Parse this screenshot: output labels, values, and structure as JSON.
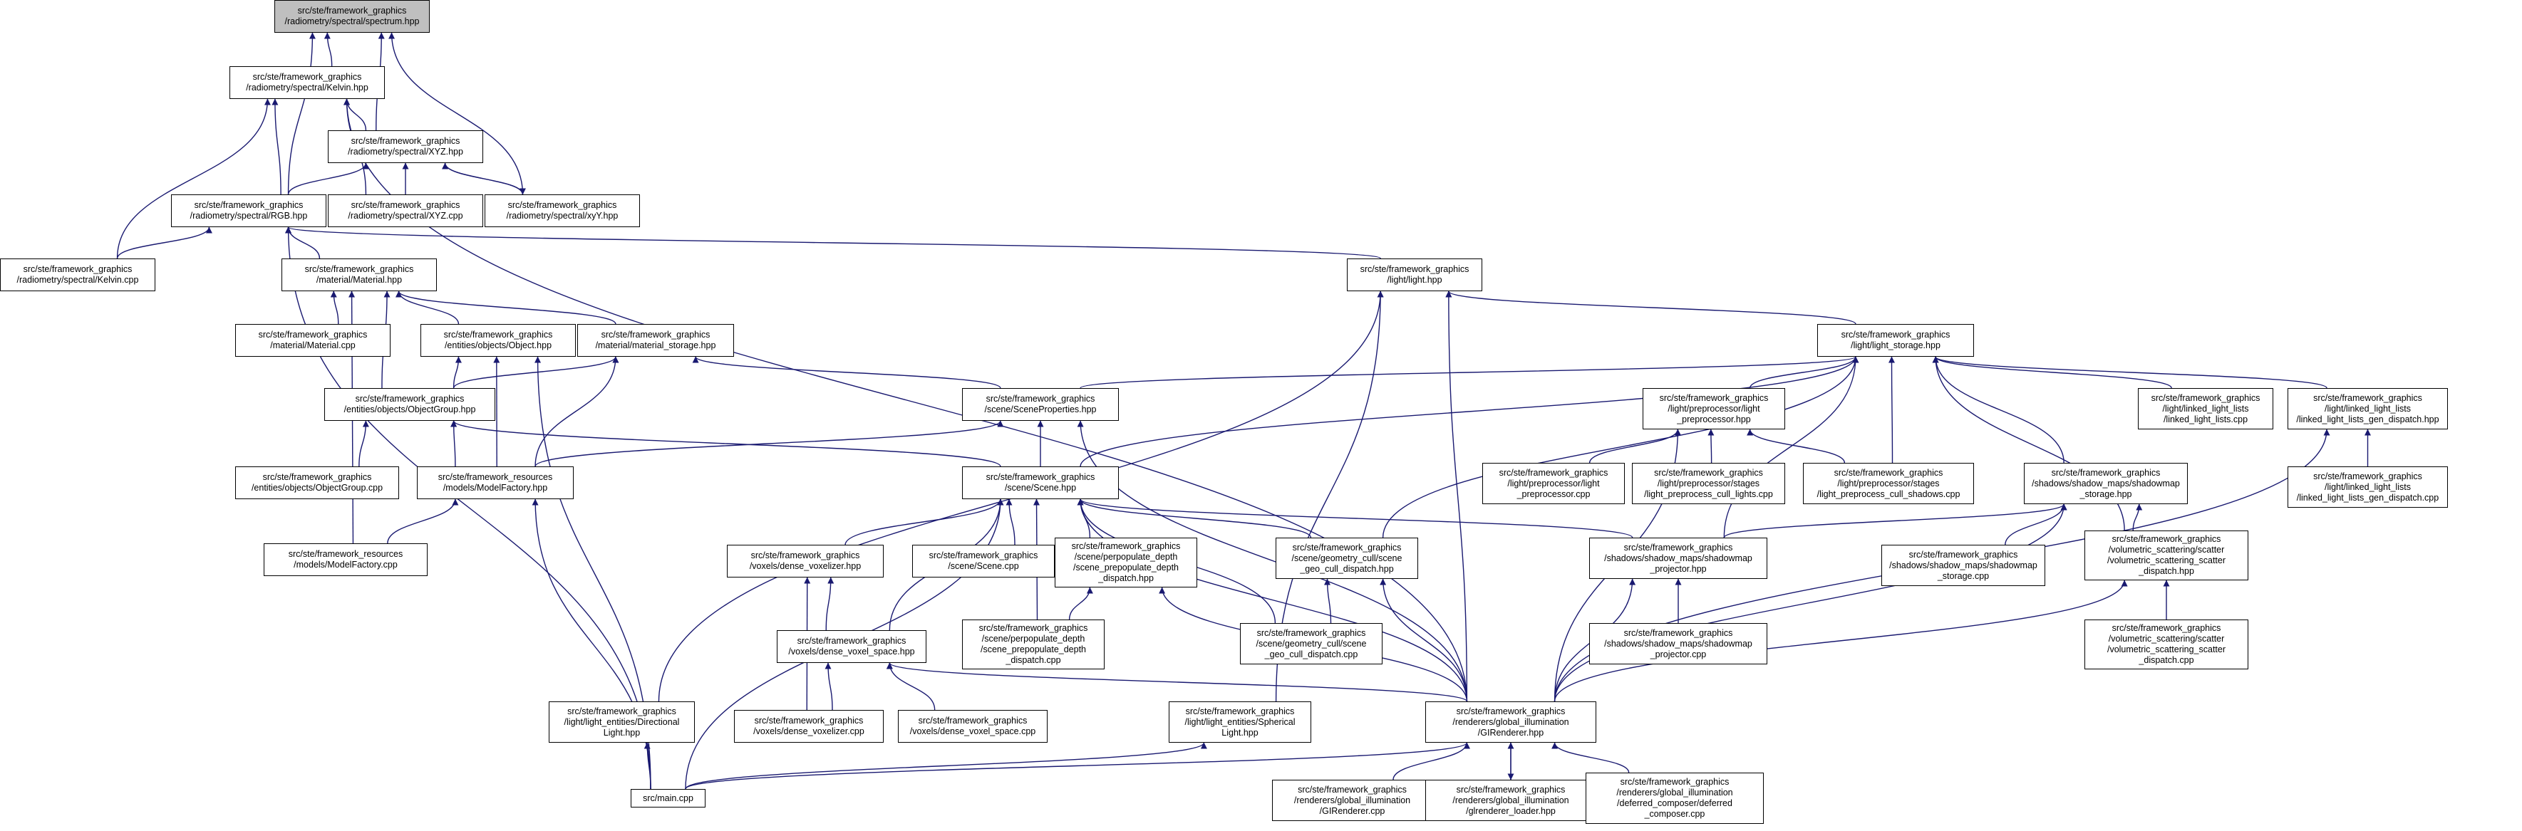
{
  "colors": {
    "edge": "#191970",
    "node_border": "#000000",
    "root_fill": "#bfbfbf",
    "node_fill": "#ffffff"
  },
  "nodes": [
    {
      "id": "spectrum",
      "lines": [
        "src/ste/framework_graphics",
        "/radiometry/spectral/spectrum.hpp"
      ],
      "root": true
    },
    {
      "id": "kelvin_hpp",
      "lines": [
        "src/ste/framework_graphics",
        "/radiometry/spectral/Kelvin.hpp"
      ]
    },
    {
      "id": "xyz_hpp",
      "lines": [
        "src/ste/framework_graphics",
        "/radiometry/spectral/XYZ.hpp"
      ]
    },
    {
      "id": "rgb_hpp",
      "lines": [
        "src/ste/framework_graphics",
        "/radiometry/spectral/RGB.hpp"
      ]
    },
    {
      "id": "xyz_cpp",
      "lines": [
        "src/ste/framework_graphics",
        "/radiometry/spectral/XYZ.cpp"
      ]
    },
    {
      "id": "xyy_hpp",
      "lines": [
        "src/ste/framework_graphics",
        "/radiometry/spectral/xyY.hpp"
      ]
    },
    {
      "id": "kelvin_cpp",
      "lines": [
        "src/ste/framework_graphics",
        "/radiometry/spectral/Kelvin.cpp"
      ]
    },
    {
      "id": "material_hpp",
      "lines": [
        "src/ste/framework_graphics",
        "/material/Material.hpp"
      ]
    },
    {
      "id": "light_hpp",
      "lines": [
        "src/ste/framework_graphics",
        "/light/light.hpp"
      ]
    },
    {
      "id": "material_cpp",
      "lines": [
        "src/ste/framework_graphics",
        "/material/Material.cpp"
      ]
    },
    {
      "id": "object_hpp",
      "lines": [
        "src/ste/framework_graphics",
        "/entities/objects/Object.hpp"
      ]
    },
    {
      "id": "material_storage",
      "lines": [
        "src/ste/framework_graphics",
        "/material/material_storage.hpp"
      ]
    },
    {
      "id": "light_storage",
      "lines": [
        "src/ste/framework_graphics",
        "/light/light_storage.hpp"
      ]
    },
    {
      "id": "objectgroup_hpp",
      "lines": [
        "src/ste/framework_graphics",
        "/entities/objects/ObjectGroup.hpp"
      ]
    },
    {
      "id": "sceneprops",
      "lines": [
        "src/ste/framework_graphics",
        "/scene/SceneProperties.hpp"
      ]
    },
    {
      "id": "lp_hpp",
      "lines": [
        "src/ste/framework_graphics",
        "/light/preprocessor/light",
        "_preprocessor.hpp"
      ]
    },
    {
      "id": "lll_cpp",
      "lines": [
        "src/ste/framework_graphics",
        "/light/linked_light_lists",
        "/linked_light_lists.cpp"
      ]
    },
    {
      "id": "lll_gen_hpp",
      "lines": [
        "src/ste/framework_graphics",
        "/light/linked_light_lists",
        "/linked_light_lists_gen_dispatch.hpp"
      ]
    },
    {
      "id": "objectgroup_cpp",
      "lines": [
        "src/ste/framework_graphics",
        "/entities/objects/ObjectGroup.cpp"
      ]
    },
    {
      "id": "modelfactory_hpp",
      "lines": [
        "src/ste/framework_resources",
        "/models/ModelFactory.hpp"
      ]
    },
    {
      "id": "scene_hpp",
      "lines": [
        "src/ste/framework_graphics",
        "/scene/Scene.hpp"
      ]
    },
    {
      "id": "lp_cpp",
      "lines": [
        "src/ste/framework_graphics",
        "/light/preprocessor/light",
        "_preprocessor.cpp"
      ]
    },
    {
      "id": "lp_cull_lights",
      "lines": [
        "src/ste/framework_graphics",
        "/light/preprocessor/stages",
        "/light_preprocess_cull_lights.cpp"
      ]
    },
    {
      "id": "lp_cull_shadows",
      "lines": [
        "src/ste/framework_graphics",
        "/light/preprocessor/stages",
        "/light_preprocess_cull_shadows.cpp"
      ]
    },
    {
      "id": "shadowmap_storage_hpp",
      "lines": [
        "src/ste/framework_graphics",
        "/shadows/shadow_maps/shadowmap",
        "_storage.hpp"
      ]
    },
    {
      "id": "lll_gen_cpp",
      "lines": [
        "src/ste/framework_graphics",
        "/light/linked_light_lists",
        "/linked_light_lists_gen_dispatch.cpp"
      ]
    },
    {
      "id": "modelfactory_cpp",
      "lines": [
        "src/ste/framework_resources",
        "/models/ModelFactory.cpp"
      ]
    },
    {
      "id": "dense_voxelizer_hpp",
      "lines": [
        "src/ste/framework_graphics",
        "/voxels/dense_voxelizer.hpp"
      ]
    },
    {
      "id": "scene_cpp",
      "lines": [
        "src/ste/framework_graphics",
        "/scene/Scene.cpp"
      ]
    },
    {
      "id": "prepop_hpp",
      "lines": [
        "src/ste/framework_graphics",
        "/scene/perpopulate_depth",
        "/scene_prepopulate_depth",
        "_dispatch.hpp"
      ]
    },
    {
      "id": "geo_cull_hpp",
      "lines": [
        "src/ste/framework_graphics",
        "/scene/geometry_cull/scene",
        "_geo_cull_dispatch.hpp"
      ]
    },
    {
      "id": "shadowmap_proj_hpp",
      "lines": [
        "src/ste/framework_graphics",
        "/shadows/shadow_maps/shadowmap",
        "_projector.hpp"
      ]
    },
    {
      "id": "shadowmap_storage_cpp",
      "lines": [
        "src/ste/framework_graphics",
        "/shadows/shadow_maps/shadowmap",
        "_storage.cpp"
      ]
    },
    {
      "id": "vol_scatter_hpp",
      "lines": [
        "src/ste/framework_graphics",
        "/volumetric_scattering/scatter",
        "/volumetric_scattering_scatter",
        "_dispatch.hpp"
      ]
    },
    {
      "id": "dense_voxel_space_hpp",
      "lines": [
        "src/ste/framework_graphics",
        "/voxels/dense_voxel_space.hpp"
      ]
    },
    {
      "id": "prepop_cpp",
      "lines": [
        "src/ste/framework_graphics",
        "/scene/perpopulate_depth",
        "/scene_prepopulate_depth",
        "_dispatch.cpp"
      ]
    },
    {
      "id": "geo_cull_cpp",
      "lines": [
        "src/ste/framework_graphics",
        "/scene/geometry_cull/scene",
        "_geo_cull_dispatch.cpp"
      ]
    },
    {
      "id": "shadowmap_proj_cpp",
      "lines": [
        "src/ste/framework_graphics",
        "/shadows/shadow_maps/shadowmap",
        "_projector.cpp"
      ]
    },
    {
      "id": "vol_scatter_cpp",
      "lines": [
        "src/ste/framework_graphics",
        "/volumetric_scattering/scatter",
        "/volumetric_scattering_scatter",
        "_dispatch.cpp"
      ]
    },
    {
      "id": "directional_light",
      "lines": [
        "src/ste/framework_graphics",
        "/light/light_entities/Directional",
        "Light.hpp"
      ]
    },
    {
      "id": "dense_voxelizer_cpp",
      "lines": [
        "src/ste/framework_graphics",
        "/voxels/dense_voxelizer.cpp"
      ]
    },
    {
      "id": "dense_voxel_space_cpp",
      "lines": [
        "src/ste/framework_graphics",
        "/voxels/dense_voxel_space.cpp"
      ]
    },
    {
      "id": "spherical_light",
      "lines": [
        "src/ste/framework_graphics",
        "/light/light_entities/Spherical",
        "Light.hpp"
      ]
    },
    {
      "id": "glrenderer_hpp",
      "lines": [
        "src/ste/framework_graphics",
        "/renderers/global_illumination",
        "/GIRenderer.hpp"
      ]
    },
    {
      "id": "main_cpp",
      "lines": [
        "src/main.cpp"
      ]
    },
    {
      "id": "glrenderer_cpp",
      "lines": [
        "src/ste/framework_graphics",
        "/renderers/global_illumination",
        "/GIRenderer.cpp"
      ]
    },
    {
      "id": "gl_loader",
      "lines": [
        "src/ste/framework_graphics",
        "/renderers/global_illumination",
        "/glrenderer_loader.hpp"
      ]
    },
    {
      "id": "deferred_composer",
      "lines": [
        "src/ste/framework_graphics",
        "/renderers/global_illumination",
        "/deferred_composer/deferred",
        "_composer.cpp"
      ]
    }
  ],
  "edges": [
    [
      "kelvin_hpp",
      "spectrum"
    ],
    [
      "xyz_hpp",
      "spectrum"
    ],
    [
      "rgb_hpp",
      "spectrum"
    ],
    [
      "xyy_hpp",
      "spectrum"
    ],
    [
      "xyz_hpp",
      "kelvin_hpp"
    ],
    [
      "rgb_hpp",
      "kelvin_hpp"
    ],
    [
      "xyz_cpp",
      "kelvin_hpp"
    ],
    [
      "kelvin_cpp",
      "kelvin_hpp"
    ],
    [
      "glrenderer_hpp",
      "kelvin_hpp"
    ],
    [
      "rgb_hpp",
      "xyz_hpp"
    ],
    [
      "xyz_cpp",
      "xyz_hpp"
    ],
    [
      "xyy_hpp",
      "xyz_hpp"
    ],
    [
      "xyz_hpp",
      "xyy_hpp"
    ],
    [
      "kelvin_cpp",
      "rgb_hpp"
    ],
    [
      "material_hpp",
      "rgb_hpp"
    ],
    [
      "light_hpp",
      "rgb_hpp"
    ],
    [
      "main_cpp",
      "rgb_hpp"
    ],
    [
      "material_cpp",
      "material_hpp"
    ],
    [
      "object_hpp",
      "material_hpp"
    ],
    [
      "material_storage",
      "material_hpp"
    ],
    [
      "objectgroup_hpp",
      "material_hpp"
    ],
    [
      "modelfactory_cpp",
      "material_hpp"
    ],
    [
      "objectgroup_hpp",
      "object_hpp"
    ],
    [
      "modelfactory_hpp",
      "object_hpp"
    ],
    [
      "main_cpp",
      "object_hpp"
    ],
    [
      "objectgroup_hpp",
      "material_storage"
    ],
    [
      "modelfactory_hpp",
      "material_storage"
    ],
    [
      "sceneprops",
      "material_storage"
    ],
    [
      "objectgroup_cpp",
      "objectgroup_hpp"
    ],
    [
      "modelfactory_hpp",
      "objectgroup_hpp"
    ],
    [
      "scene_hpp",
      "objectgroup_hpp"
    ],
    [
      "modelfactory_cpp",
      "modelfactory_hpp"
    ],
    [
      "main_cpp",
      "modelfactory_hpp"
    ],
    [
      "light_storage",
      "light_hpp"
    ],
    [
      "directional_light",
      "light_hpp"
    ],
    [
      "spherical_light",
      "light_hpp"
    ],
    [
      "glrenderer_hpp",
      "light_hpp"
    ],
    [
      "sceneprops",
      "light_storage"
    ],
    [
      "scene_hpp",
      "light_storage"
    ],
    [
      "lp_hpp",
      "light_storage"
    ],
    [
      "lll_cpp",
      "light_storage"
    ],
    [
      "lll_gen_hpp",
      "light_storage"
    ],
    [
      "lp_cull_shadows",
      "light_storage"
    ],
    [
      "shadowmap_storage_hpp",
      "light_storage"
    ],
    [
      "vol_scatter_hpp",
      "light_storage"
    ],
    [
      "shadowmap_proj_hpp",
      "light_storage"
    ],
    [
      "geo_cull_hpp",
      "light_storage"
    ],
    [
      "scene_hpp",
      "sceneprops"
    ],
    [
      "modelfactory_hpp",
      "sceneprops"
    ],
    [
      "glrenderer_hpp",
      "sceneprops"
    ],
    [
      "lp_cpp",
      "lp_hpp"
    ],
    [
      "lp_cull_lights",
      "lp_hpp"
    ],
    [
      "lp_cull_shadows",
      "lp_hpp"
    ],
    [
      "glrenderer_hpp",
      "lp_hpp"
    ],
    [
      "lll_gen_cpp",
      "lll_gen_hpp"
    ],
    [
      "glrenderer_hpp",
      "lll_gen_hpp"
    ],
    [
      "scene_cpp",
      "scene_hpp"
    ],
    [
      "dense_voxelizer_hpp",
      "scene_hpp"
    ],
    [
      "prepop_hpp",
      "scene_hpp"
    ],
    [
      "geo_cull_hpp",
      "scene_hpp"
    ],
    [
      "shadowmap_proj_hpp",
      "scene_hpp"
    ],
    [
      "glrenderer_hpp",
      "scene_hpp"
    ],
    [
      "main_cpp",
      "scene_hpp"
    ],
    [
      "prepop_cpp",
      "scene_hpp"
    ],
    [
      "geo_cull_cpp",
      "scene_hpp"
    ],
    [
      "dense_voxel_space_hpp",
      "scene_hpp"
    ],
    [
      "shadowmap_storage_cpp",
      "shadowmap_storage_hpp"
    ],
    [
      "shadowmap_proj_hpp",
      "shadowmap_storage_hpp"
    ],
    [
      "vol_scatter_hpp",
      "shadowmap_storage_hpp"
    ],
    [
      "glrenderer_hpp",
      "shadowmap_storage_hpp"
    ],
    [
      "dense_voxel_space_hpp",
      "dense_voxelizer_hpp"
    ],
    [
      "dense_voxelizer_cpp",
      "dense_voxelizer_hpp"
    ],
    [
      "prepop_cpp",
      "prepop_hpp"
    ],
    [
      "glrenderer_hpp",
      "prepop_hpp"
    ],
    [
      "geo_cull_cpp",
      "geo_cull_hpp"
    ],
    [
      "glrenderer_hpp",
      "geo_cull_hpp"
    ],
    [
      "shadowmap_proj_cpp",
      "shadowmap_proj_hpp"
    ],
    [
      "glrenderer_hpp",
      "shadowmap_proj_hpp"
    ],
    [
      "vol_scatter_cpp",
      "vol_scatter_hpp"
    ],
    [
      "glrenderer_hpp",
      "vol_scatter_hpp"
    ],
    [
      "dense_voxelizer_cpp",
      "dense_voxel_space_hpp"
    ],
    [
      "dense_voxel_space_cpp",
      "dense_voxel_space_hpp"
    ],
    [
      "glrenderer_hpp",
      "dense_voxel_space_hpp"
    ],
    [
      "main_cpp",
      "directional_light"
    ],
    [
      "main_cpp",
      "spherical_light"
    ],
    [
      "main_cpp",
      "glrenderer_hpp"
    ],
    [
      "glrenderer_cpp",
      "glrenderer_hpp"
    ],
    [
      "gl_loader",
      "glrenderer_hpp"
    ],
    [
      "deferred_composer",
      "glrenderer_hpp"
    ],
    [
      "glrenderer_hpp",
      "gl_loader"
    ]
  ]
}
